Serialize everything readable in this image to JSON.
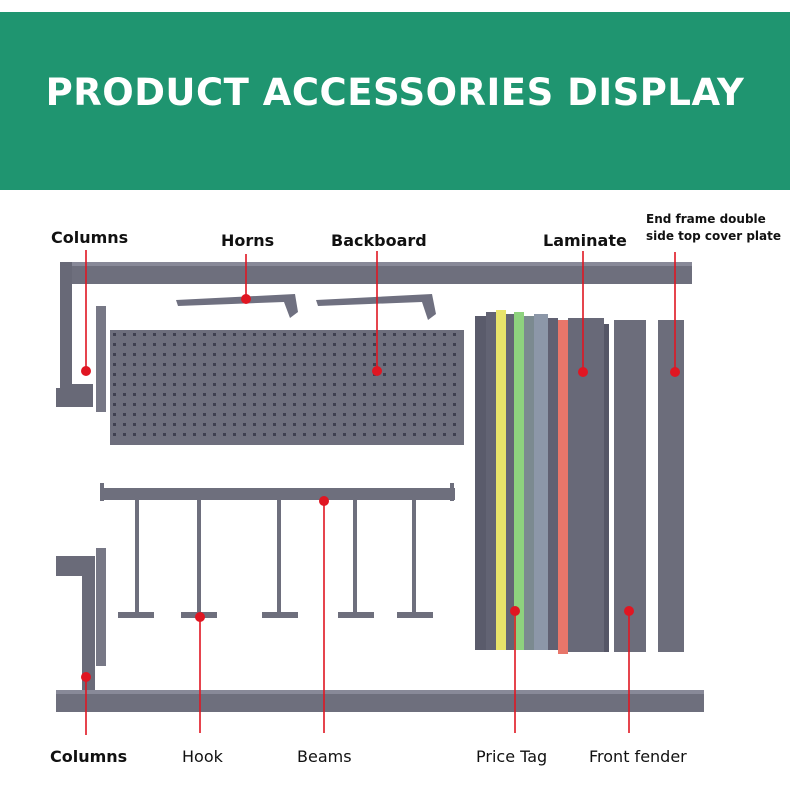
{
  "banner": {
    "title": "PRODUCT ACCESSORIES DISPLAY",
    "color": "#1f9570"
  },
  "labels": {
    "columns_top": "Columns",
    "horns": "Horns",
    "backboard": "Backboard",
    "laminate": "Laminate",
    "end_frame_line1": "End frame double",
    "end_frame_line2": "side top cover plate",
    "columns_bottom": "Columns",
    "hook": "Hook",
    "beams": "Beams",
    "price_tag": "Price Tag",
    "front_fender": "Front fender"
  },
  "colors": {
    "metal": "#6e6f7d",
    "metal_dark": "#55566a",
    "pointer": "#e01622",
    "price_tag_yellow": "#e8e36a",
    "price_tag_green": "#8ed27e",
    "price_tag_red": "#e8766a"
  }
}
